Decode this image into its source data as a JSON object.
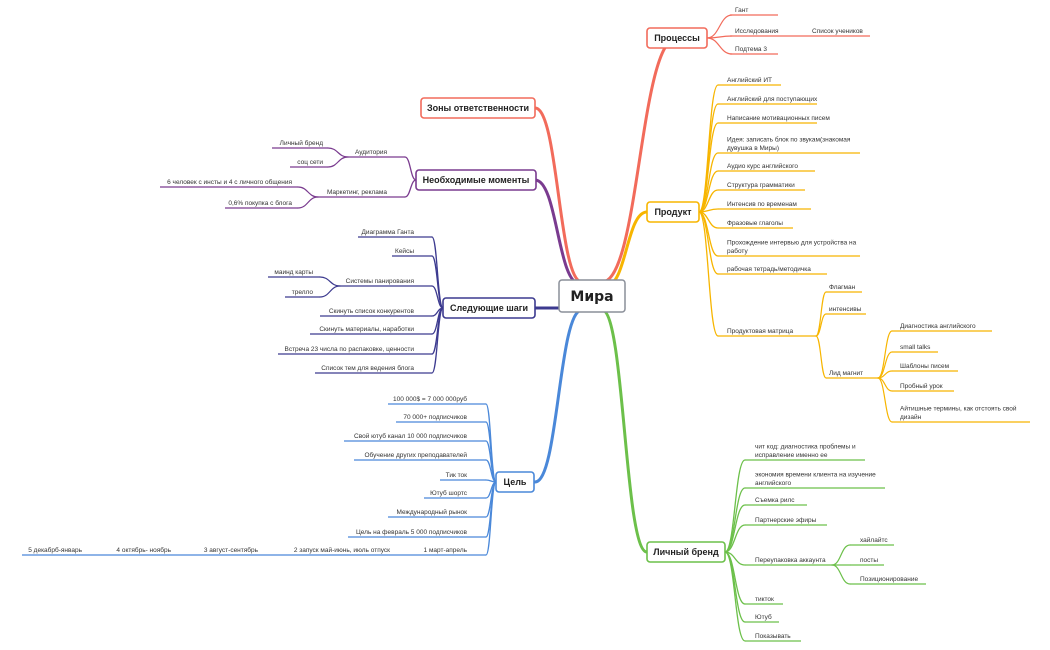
{
  "root": {
    "label": "Мира"
  },
  "colors": {
    "processes": "#f26b5b",
    "product": "#f7b500",
    "brand": "#6cc04a",
    "goal": "#4a88d9",
    "next_steps": "#3c3a8f",
    "needed": "#7a3b8f",
    "zones": "#f26b5b"
  },
  "branches": {
    "processes": {
      "label": "Процессы",
      "items": [
        "Гант",
        "Исследования",
        "Список учеников",
        "Подтема 3"
      ]
    },
    "product": {
      "label": "Продукт",
      "items": [
        "Английский ИТ",
        "Английский для поступающих",
        "Написание мотивационных писем",
        [
          "Идея: записать блок по звукам(знакомая",
          "дувушка в Миры)"
        ],
        "Аудио курс английского",
        "Структура грамматики",
        "Интенсив по временам",
        "Фразовые глаголы",
        [
          "Прохождение интервью для устройства на",
          "работу"
        ],
        "рабочая тетрадь/методичка"
      ],
      "matrix": {
        "label": "Продуктовая матрица",
        "items": [
          "Флагман",
          "интенсивы"
        ],
        "lead_magnet": {
          "label": "Лид магнит",
          "items": [
            "Диагностика английского",
            "small talks",
            "Шаблоны писем",
            "Пробный урок",
            [
              "Айтишные термины, как отстоять свой",
              "дизайн"
            ]
          ]
        }
      }
    },
    "brand": {
      "label": "Личный бренд",
      "items": [
        [
          "чит код: диагностика проблемы и",
          "исправление именно ее"
        ],
        [
          "экономия времени клиента на изучение",
          "английского"
        ],
        "Съемка рилс",
        "Партнерские эфиры"
      ],
      "repack": {
        "label": "Переупаковка аккаунта",
        "items": [
          "хайлайтс",
          "посты",
          "Позиционирование"
        ]
      },
      "tail": [
        "тикток",
        "Ютуб",
        "Показывать"
      ]
    },
    "zones": {
      "label": "Зоны ответственности"
    },
    "needed": {
      "label": "Необходимые моменты",
      "audience": {
        "label": "Аудитория",
        "items": [
          "Личный бренд",
          "соц сети"
        ]
      },
      "marketing": {
        "label": "Маркетинг, реклама",
        "items": [
          "6 человек с инсты и 4 с личного общения",
          "0,6% покупка с блога"
        ]
      }
    },
    "next_steps": {
      "label": "Следующие шаги",
      "items": [
        "Диаграмма Ганта",
        "Кейсы"
      ],
      "planning": {
        "label": "Системы панирования",
        "items": [
          "маинд карты",
          "трелло"
        ]
      },
      "rest": [
        "Скинуть список конкурентов",
        "Скинуть материалы, наработки",
        "Встреча 23 числа по распаковке, ценности",
        "Список тем для ведения блога"
      ]
    },
    "goal": {
      "label": "Цель",
      "items": [
        "100 000$ = 7 000 000руб",
        "70 000+ подписчиков",
        "Свой ютуб канал  10 000 подписчиков",
        "Обучение других преподавателей",
        "Тик ток",
        "Ютуб шортс",
        "Международный рынок",
        "Цель на февраль 5 000 подписчиков"
      ],
      "plan": [
        "1 март-апрель",
        "2 запуск май-июнь, июль отпуск",
        "3 август-сентябрь",
        "4 октябрь- ноябрь",
        "5 декабрб-январь"
      ]
    }
  }
}
